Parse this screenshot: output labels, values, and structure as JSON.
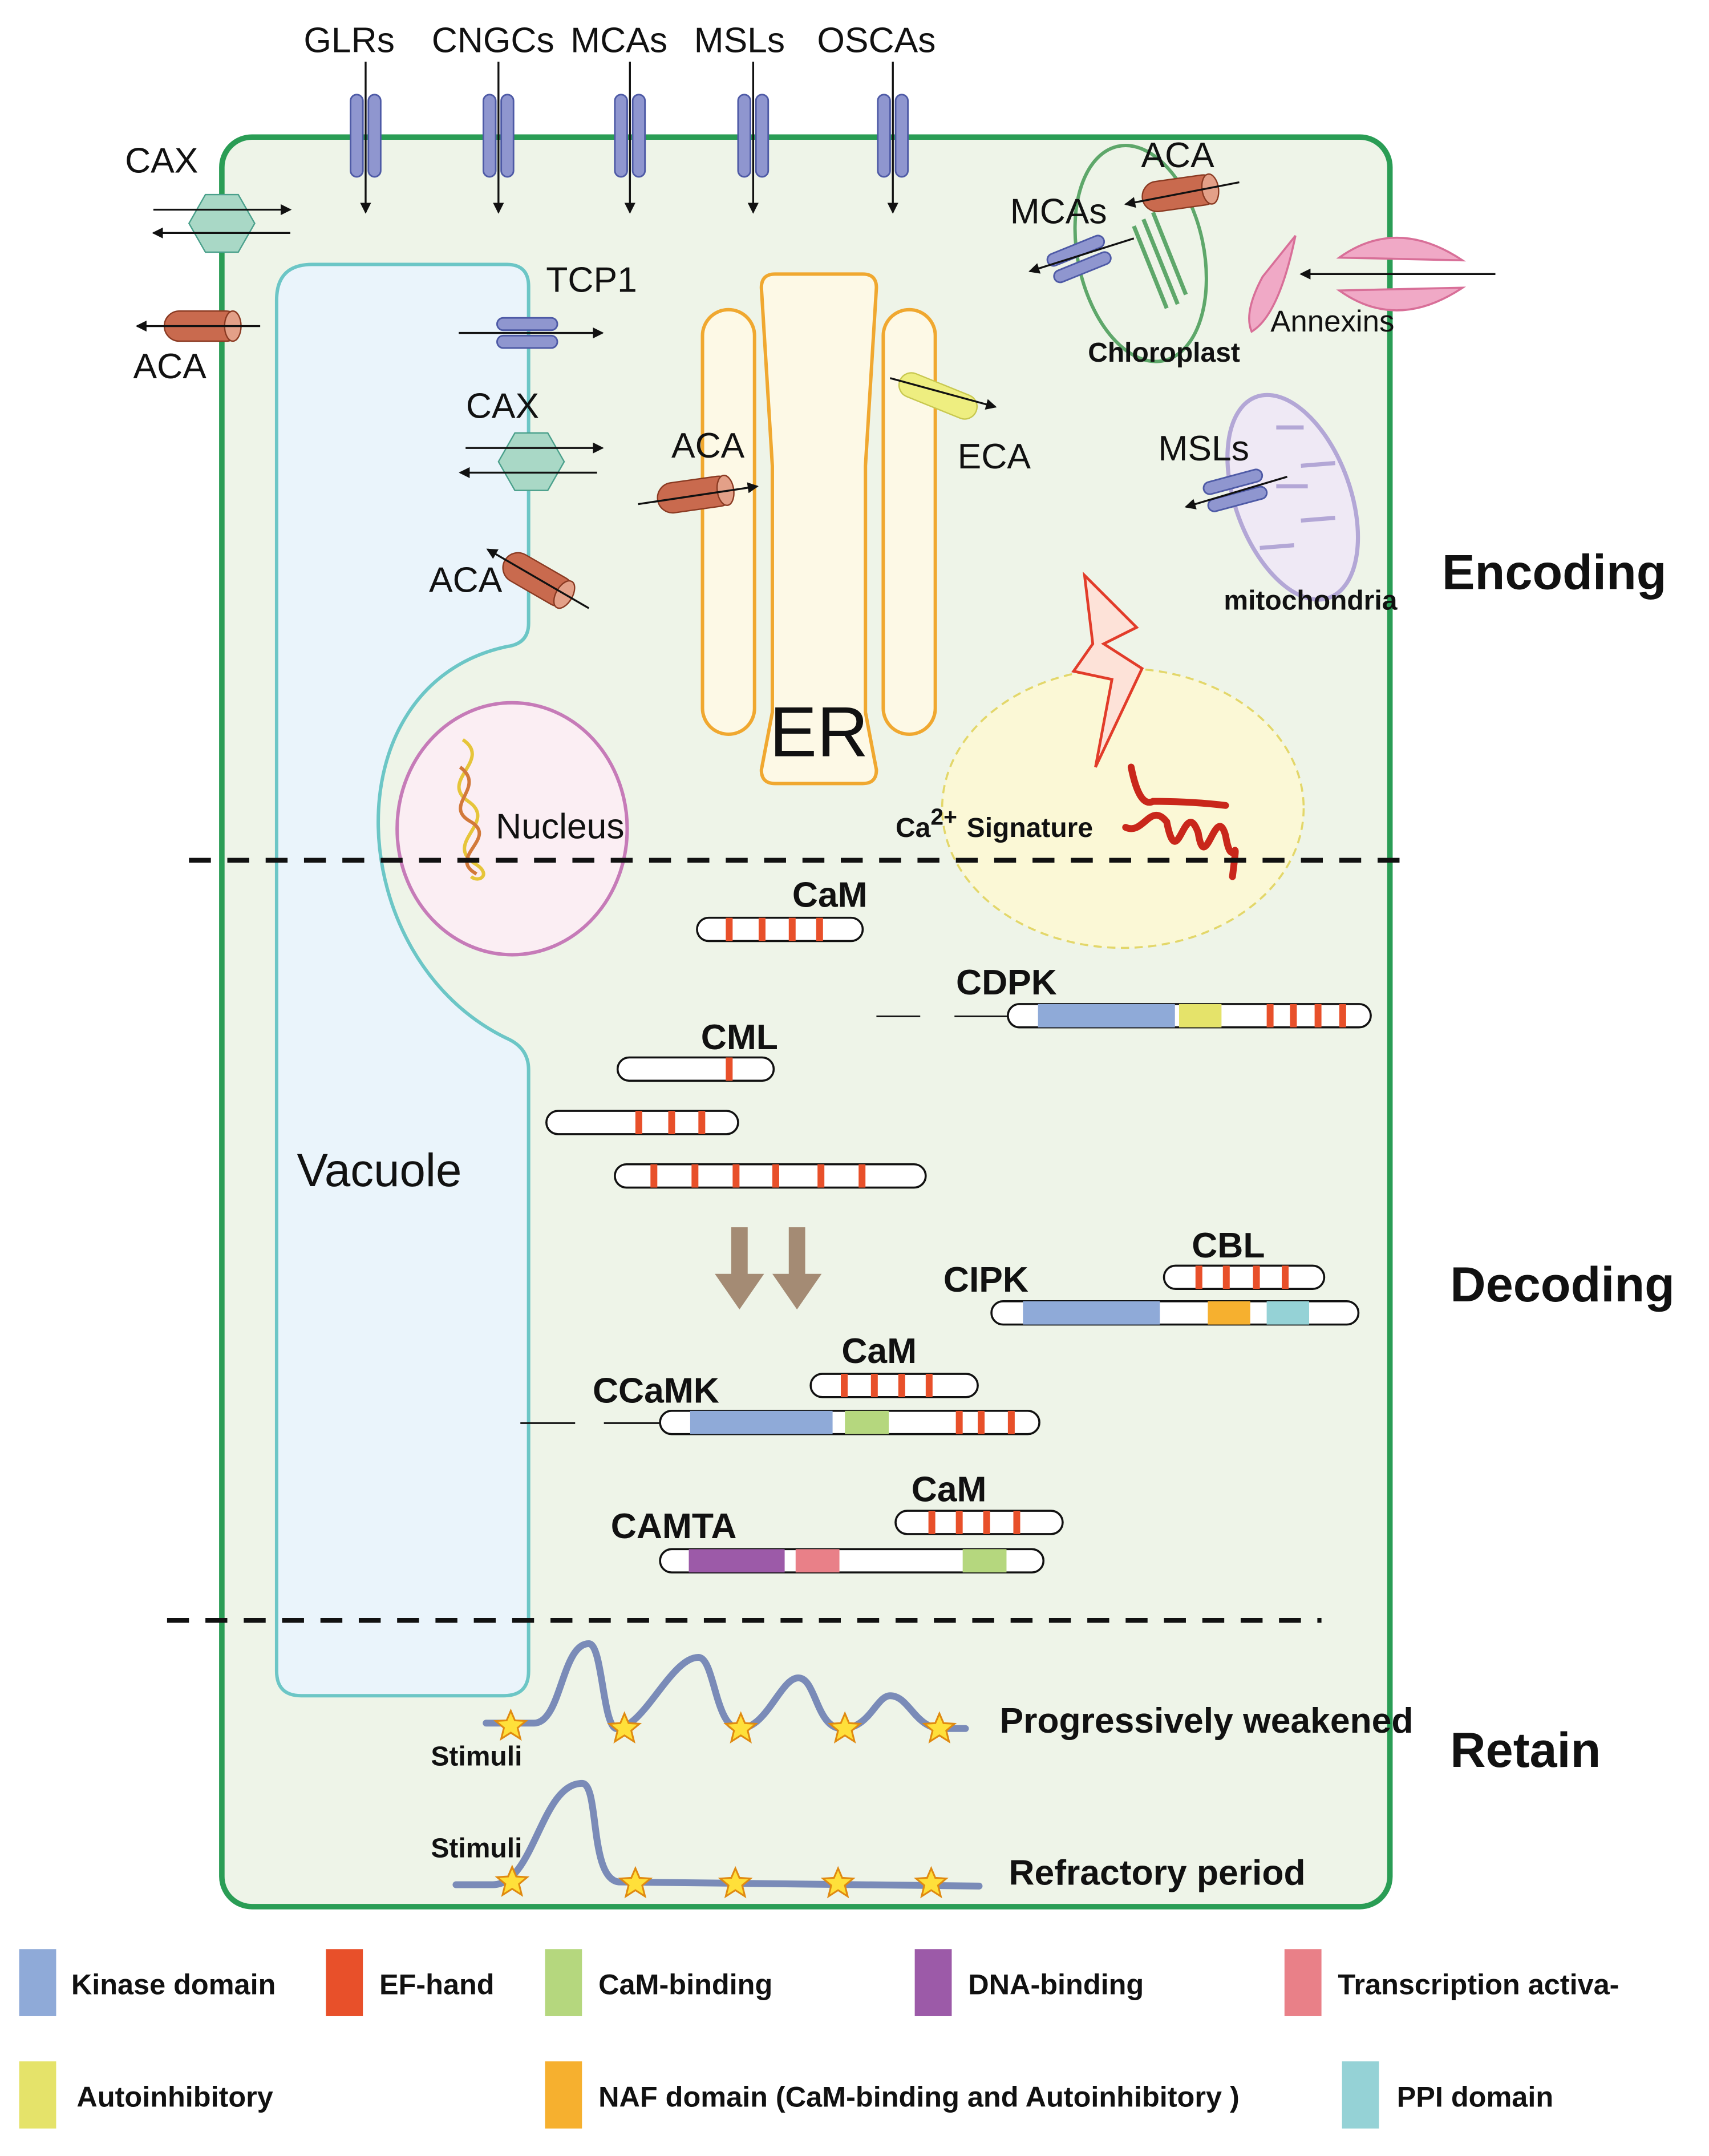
{
  "colors": {
    "cell_fill": "#eef4e8",
    "cell_stroke": "#2a9d55",
    "channel": "#8f96cf",
    "vacuole_fill": "#eaf4fb",
    "vacuole_stroke": "#6cc6c6",
    "er_stroke": "#f0a830",
    "er_fill": "#fdf9e6",
    "aca_fill": "#c96a4e",
    "cax_fill": "#a9d8c6",
    "nucleus_fill": "#fbeef3",
    "nucleus_stroke": "#c67bb8",
    "signature_fill": "#fbf8d6",
    "annexin_fill": "#f0a9c6",
    "mito_stroke": "#b3a7d6",
    "chloro_stroke": "#5ea76a",
    "wave": "#7a8bb8",
    "star": "#ffe03a",
    "arrow_brown": "#a48b74"
  },
  "channels_top": [
    "GLRs",
    "CNGCs",
    "MCAs",
    "MSLs",
    "OSCAs"
  ],
  "labels": {
    "cax_outer": "CAX",
    "aca_outer": "ACA",
    "tcp1": "TCP1",
    "cax_inner": "CAX",
    "aca_er": "ACA",
    "aca_vac": "ACA",
    "eca": "ECA",
    "er": "ER",
    "aca_chloro": "ACA",
    "mcas_chloro": "MCAs",
    "chloroplast": "Chloroplast",
    "annexins": "Annexins",
    "msls_mito": "MSLs",
    "mitochondria": "mitochondria",
    "nucleus": "Nucleus",
    "ca_sig_base": "Ca",
    "ca_sig_sup": "2+",
    "ca_sig_rest": "Signature",
    "vacuole": "Vacuole"
  },
  "sections": {
    "encoding": "Encoding",
    "decoding": "Decoding",
    "retain": "Retain"
  },
  "proteins": {
    "cam1": "CaM",
    "cdpk": "CDPK",
    "cml": "CML",
    "cipk": "CIPK",
    "cbl": "CBL",
    "cam2": "CaM",
    "ccamk": "CCaMK",
    "cam3": "CaM",
    "camta": "CAMTA"
  },
  "retain": {
    "stimuli_1": "Stimuli",
    "stimuli_2": "Stimuli",
    "pattern_1": "Progressively weakened",
    "pattern_2": "Refractory period"
  },
  "legend": [
    {
      "label": "Kinase domain",
      "color": "#8faad8"
    },
    {
      "label": "EF-hand",
      "color": "#e8502a"
    },
    {
      "label": "CaM-binding",
      "color": "#b5d77e"
    },
    {
      "label": "DNA-binding",
      "color": "#9c5aa8"
    },
    {
      "label": "Transcription activa-",
      "color": "#e98088"
    },
    {
      "label": "Autoinhibitory",
      "color": "#e5e36a"
    },
    {
      "label": "NAF domain (CaM-binding and  Autoinhibitory )",
      "color": "#f6b02f"
    },
    {
      "label": "PPI domain",
      "color": "#95d2d6"
    }
  ]
}
